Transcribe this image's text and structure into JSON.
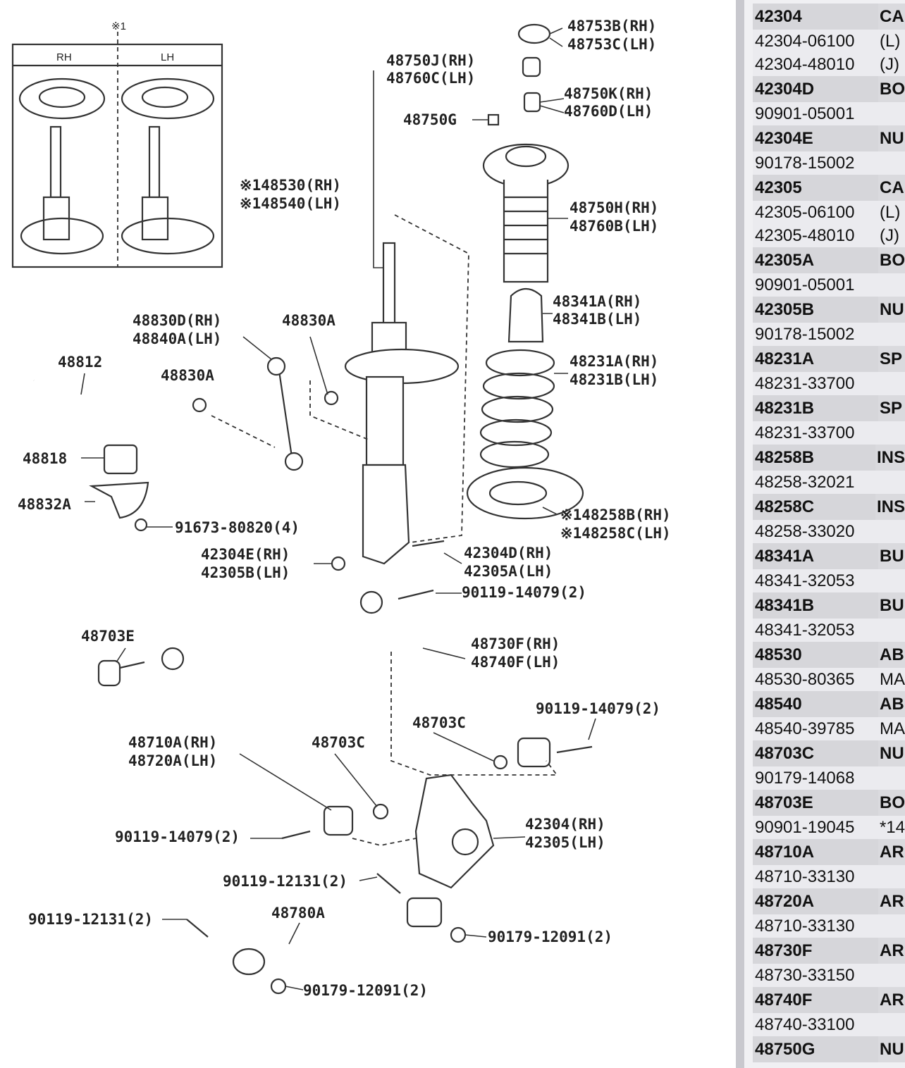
{
  "diagram": {
    "inset": {
      "note": "※1",
      "rh": "RH",
      "lh": "LH"
    },
    "labels": [
      "48753B(RH)",
      "48753C(LH)",
      "48750J(RH)",
      "48760C(LH)",
      "48750K(RH)",
      "48760D(LH)",
      "48750G",
      "※148530(RH)",
      "※148540(LH)",
      "48750H(RH)",
      "48760B(LH)",
      "48341A(RH)",
      "48341B(LH)",
      "48830D(RH)",
      "48840A(LH)",
      "48830A",
      "48812",
      "48830A",
      "48231A(RH)",
      "48231B(LH)",
      "48818",
      "48832A",
      "※148258B(RH)",
      "※148258C(LH)",
      "91673-80820(4)",
      "42304E(RH)",
      "42305B(LH)",
      "42304D(RH)",
      "42305A(LH)",
      "90119-14079(2)",
      "48703E",
      "48730F(RH)",
      "48740F(LH)",
      "90119-14079(2)",
      "48703C",
      "48710A(RH)",
      "48720A(LH)",
      "48703C",
      "42304(RH)",
      "42305(LH)",
      "90119-14079(2)",
      "90119-12131(2)",
      "90119-12131(2)",
      "48780A",
      "90179-12091(2)",
      "90179-12091(2)"
    ]
  },
  "table": {
    "rows": [
      {
        "type": "h",
        "code": "42304",
        "desc": "CA"
      },
      {
        "type": "d",
        "code": "42304-06100",
        "desc": "(L)"
      },
      {
        "type": "d",
        "code": "42304-48010",
        "desc": "(J)"
      },
      {
        "type": "h",
        "code": "42304D",
        "desc": "BO"
      },
      {
        "type": "d",
        "code": "90901-05001",
        "desc": ""
      },
      {
        "type": "h",
        "code": "42304E",
        "desc": "NU"
      },
      {
        "type": "d",
        "code": "90178-15002",
        "desc": ""
      },
      {
        "type": "h",
        "code": "42305",
        "desc": "CA"
      },
      {
        "type": "d",
        "code": "42305-06100",
        "desc": "(L)"
      },
      {
        "type": "d",
        "code": "42305-48010",
        "desc": "(J)"
      },
      {
        "type": "h",
        "code": "42305A",
        "desc": "BO"
      },
      {
        "type": "d",
        "code": "90901-05001",
        "desc": ""
      },
      {
        "type": "h",
        "code": "42305B",
        "desc": "NU"
      },
      {
        "type": "d",
        "code": "90178-15002",
        "desc": ""
      },
      {
        "type": "h",
        "code": "48231A",
        "desc": "SP"
      },
      {
        "type": "d",
        "code": "48231-33700",
        "desc": ""
      },
      {
        "type": "h",
        "code": "48231B",
        "desc": "SP"
      },
      {
        "type": "d",
        "code": "48231-33700",
        "desc": ""
      },
      {
        "type": "h",
        "code": "48258B",
        "desc": "INS"
      },
      {
        "type": "d",
        "code": "48258-32021",
        "desc": ""
      },
      {
        "type": "h",
        "code": "48258C",
        "desc": "INS"
      },
      {
        "type": "d",
        "code": "48258-33020",
        "desc": ""
      },
      {
        "type": "h",
        "code": "48341A",
        "desc": "BU"
      },
      {
        "type": "d",
        "code": "48341-32053",
        "desc": ""
      },
      {
        "type": "h",
        "code": "48341B",
        "desc": "BU"
      },
      {
        "type": "d",
        "code": "48341-32053",
        "desc": ""
      },
      {
        "type": "h",
        "code": "48530",
        "desc": "AB"
      },
      {
        "type": "d",
        "code": "48530-80365",
        "desc": "MA"
      },
      {
        "type": "h",
        "code": "48540",
        "desc": "AB"
      },
      {
        "type": "d",
        "code": "48540-39785",
        "desc": "MA"
      },
      {
        "type": "h",
        "code": "48703C",
        "desc": "NU"
      },
      {
        "type": "d",
        "code": "90179-14068",
        "desc": ""
      },
      {
        "type": "h",
        "code": "48703E",
        "desc": "BO"
      },
      {
        "type": "d",
        "code": "90901-19045",
        "desc": "*14"
      },
      {
        "type": "h",
        "code": "48710A",
        "desc": "AR"
      },
      {
        "type": "d",
        "code": "48710-33130",
        "desc": ""
      },
      {
        "type": "h",
        "code": "48720A",
        "desc": "AR"
      },
      {
        "type": "d",
        "code": "48710-33130",
        "desc": ""
      },
      {
        "type": "h",
        "code": "48730F",
        "desc": "AR"
      },
      {
        "type": "d",
        "code": "48730-33150",
        "desc": ""
      },
      {
        "type": "h",
        "code": "48740F",
        "desc": "AR"
      },
      {
        "type": "d",
        "code": "48740-33100",
        "desc": ""
      },
      {
        "type": "h",
        "code": "48750G",
        "desc": "NU"
      }
    ]
  }
}
